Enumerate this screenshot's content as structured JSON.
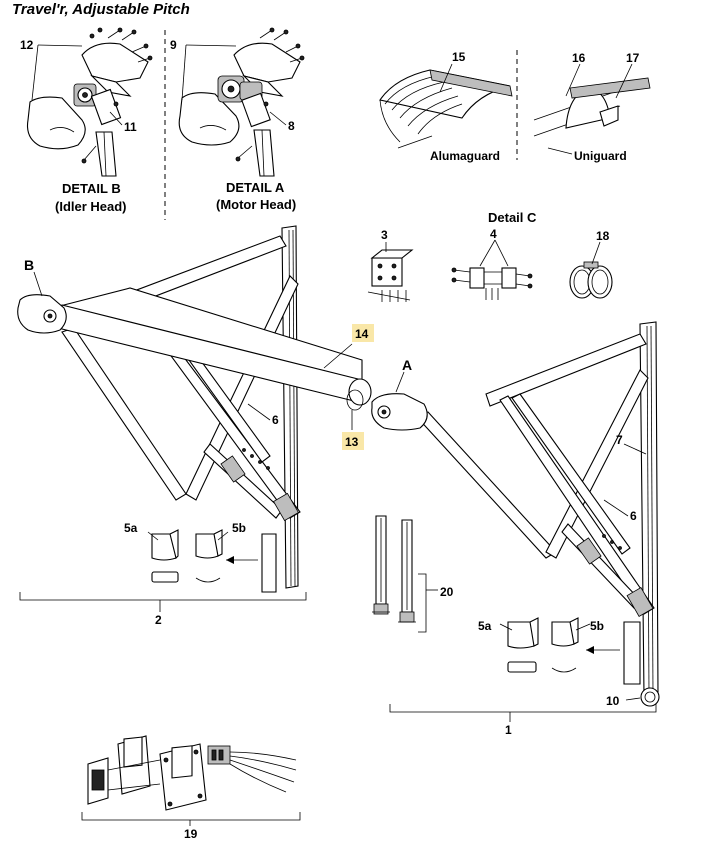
{
  "title": "Travel'r, Adjustable Pitch",
  "details": {
    "b": {
      "label": "DETAIL B",
      "sub": "(Idler Head)"
    },
    "a": {
      "label": "DETAIL A",
      "sub": "(Motor Head)"
    },
    "c": {
      "label": "Detail C"
    }
  },
  "guards": {
    "alumaguard": "Alumaguard",
    "uniguard": "Uniguard"
  },
  "letters": {
    "b": "B",
    "a": "A"
  },
  "callouts": {
    "n1": "1",
    "n2": "2",
    "n3": "3",
    "n4": "4",
    "n5a": "5a",
    "n5b": "5b",
    "n6": "6",
    "n7": "7",
    "n8": "8",
    "n9": "9",
    "n10": "10",
    "n11": "11",
    "n12": "12",
    "n13": "13",
    "n14": "14",
    "n15": "15",
    "n16": "16",
    "n17": "17",
    "n18": "18",
    "n19": "19",
    "n20": "20"
  },
  "highlight_color": "#f9e7a8"
}
